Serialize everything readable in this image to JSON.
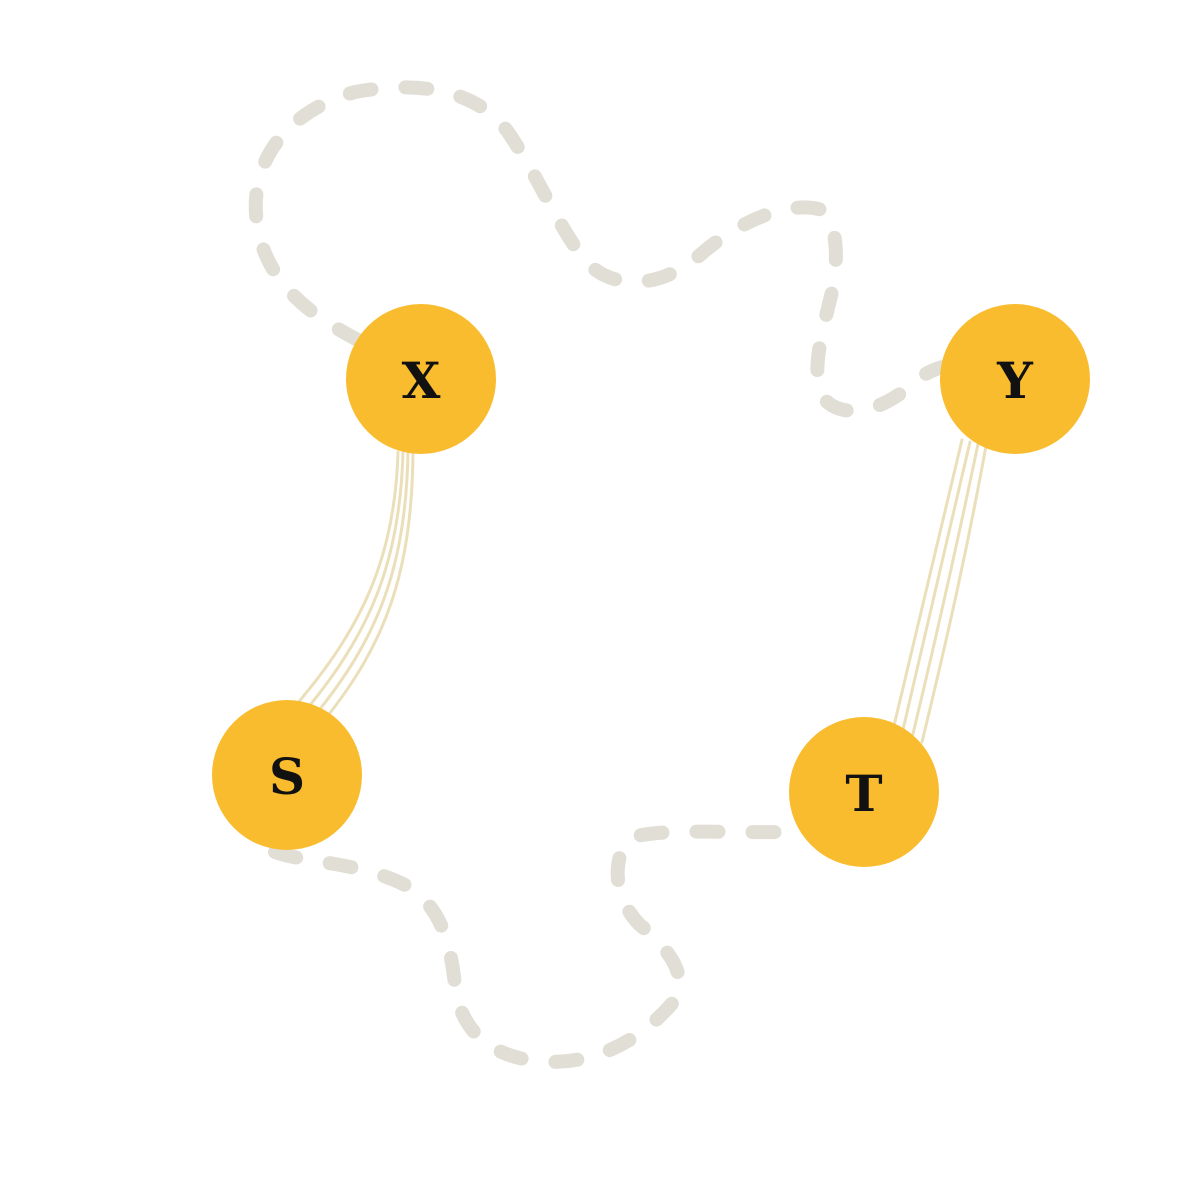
{
  "diagram": {
    "nodes": [
      {
        "id": "X",
        "label": "X"
      },
      {
        "id": "Y",
        "label": "Y"
      },
      {
        "id": "S",
        "label": "S"
      },
      {
        "id": "T",
        "label": "T"
      }
    ],
    "edges": [
      {
        "from": "X",
        "to": "S",
        "style": "solid"
      },
      {
        "from": "Y",
        "to": "T",
        "style": "solid"
      },
      {
        "from": "X",
        "to": "Y",
        "style": "dashed"
      },
      {
        "from": "S",
        "to": "T",
        "style": "dashed"
      }
    ],
    "colors": {
      "node_fill": "#F9BC2F",
      "label": "#111111",
      "solid_edge": "#E8D9AE",
      "dashed_edge": "#DEDAD0"
    }
  }
}
